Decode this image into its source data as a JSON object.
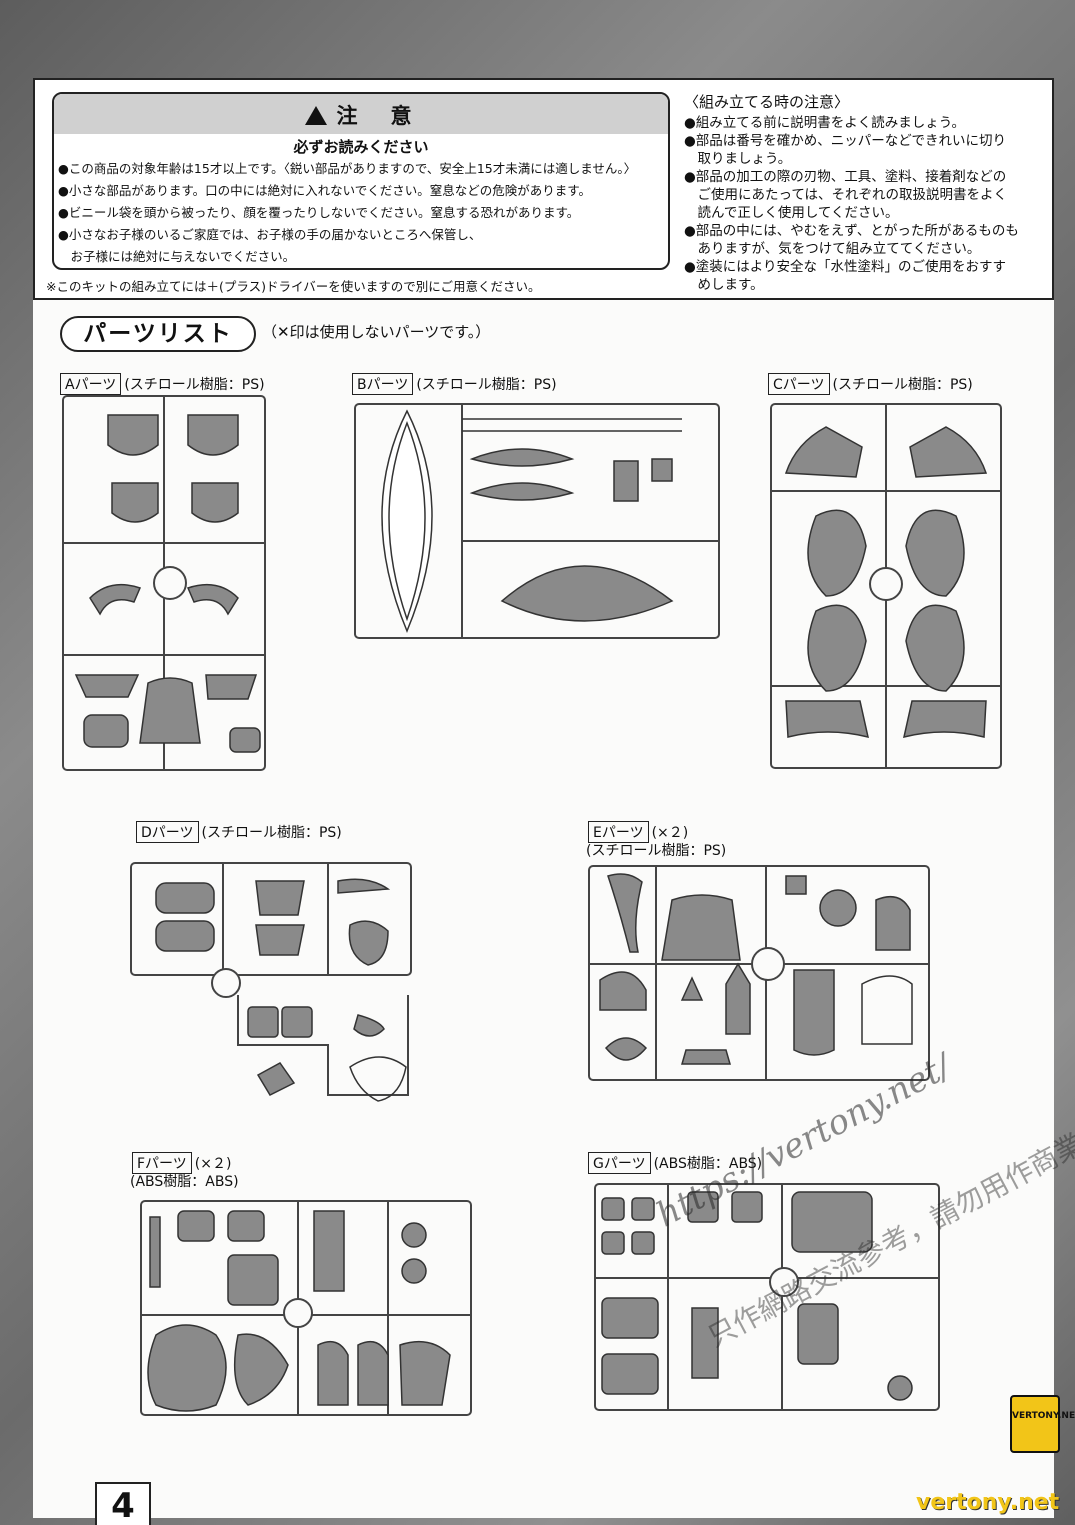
{
  "page_number": "4",
  "warning": {
    "title": "注　意",
    "subtitle": "必ずお読みください",
    "lines": [
      "●この商品の対象年齢は15才以上です。〈鋭い部品がありますので、安全上15才未満には適しません。〉",
      "●小さな部品があります。口の中には絶対に入れないでください。窒息などの危険があります。",
      "●ビニール袋を頭から被ったり、顔を覆ったりしないでください。窒息する恐れがあります。",
      "●小さなお子様のいるご家庭では、お子様の手の届かないところへ保管し、",
      "　お子様には絶対に与えないでください。"
    ],
    "screwdriver_note": "※このキットの組み立てには＋(プラス)ドライバーを使いますので別にご用意ください。"
  },
  "assembly_notes": {
    "title": "〈組み立てる時の注意〉",
    "lines": [
      "●組み立てる前に説明書をよく読みましょう。",
      "●部品は番号を確かめ、ニッパーなどできれいに切り",
      "　取りましょう。",
      "●部品の加工の際の刃物、工具、塗料、接着剤などの",
      "　ご使用にあたっては、それぞれの取扱説明書をよく",
      "　読んで正しく使用してください。",
      "●部品の中には、やむをえず、とがった所があるものも",
      "　ありますが、気をつけて組み立ててください。",
      "●塗装にはより安全な「水性塗料」のご使用をおすす",
      "　めします。"
    ]
  },
  "parts_list": {
    "heading": "パーツリスト",
    "note": "（✕印は使用しないパーツです。）"
  },
  "sections": [
    {
      "id": "A",
      "tag": "Aパーツ",
      "detail": "(スチロール樹脂：PS)",
      "sub": ""
    },
    {
      "id": "B",
      "tag": "Bパーツ",
      "detail": "(スチロール樹脂：PS)",
      "sub": ""
    },
    {
      "id": "C",
      "tag": "Cパーツ",
      "detail": "(スチロール樹脂：PS)",
      "sub": ""
    },
    {
      "id": "D",
      "tag": "Dパーツ",
      "detail": "(スチロール樹脂：PS)",
      "sub": ""
    },
    {
      "id": "E",
      "tag": "Eパーツ",
      "detail": "(×２)",
      "sub": "(スチロール樹脂：PS)"
    },
    {
      "id": "F",
      "tag": "Fパーツ",
      "detail": "(×２)",
      "sub": "(ABS樹脂：ABS)"
    },
    {
      "id": "G",
      "tag": "Gパーツ",
      "detail": "(ABS樹脂：ABS)",
      "sub": ""
    }
  ],
  "watermark": {
    "url": "https://vertony.net/",
    "cn_text": "只作網路交流參考，請勿用作商業用途",
    "badge": "VERTONY.NET",
    "site": "vertony.net"
  }
}
